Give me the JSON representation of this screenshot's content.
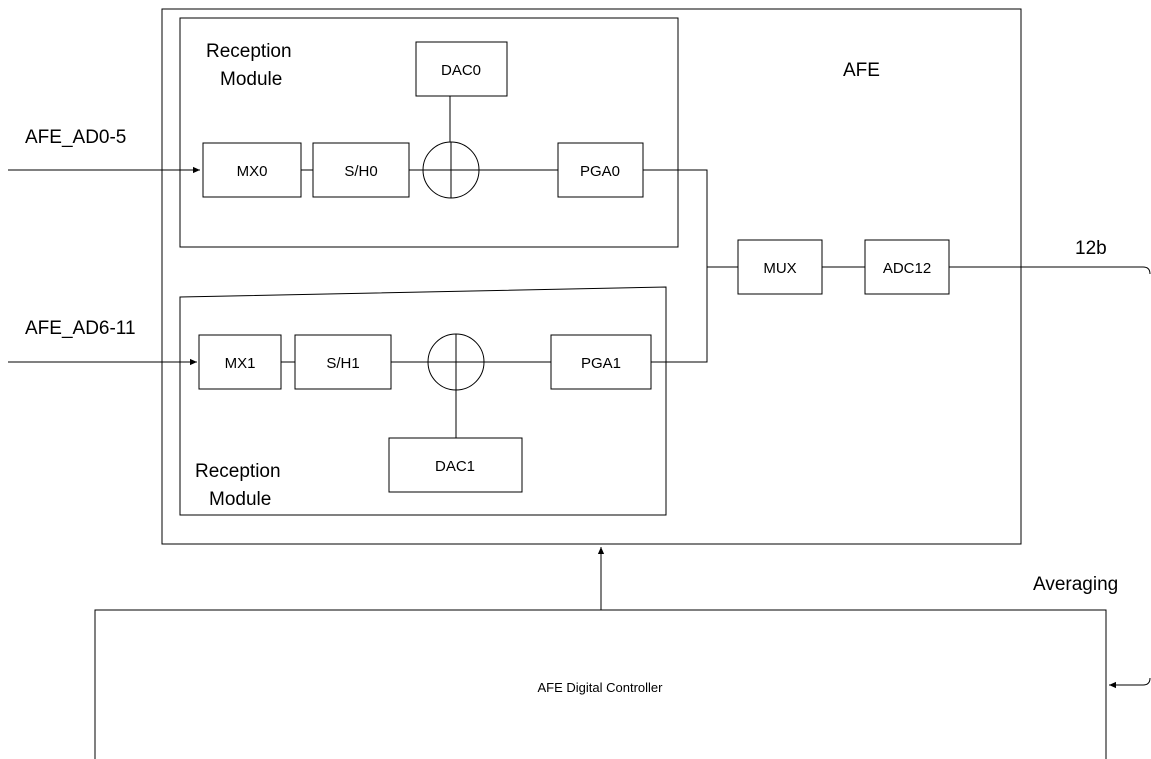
{
  "blocks": {
    "afe": "AFE",
    "reception_module_top": [
      "Reception",
      "Module"
    ],
    "reception_module_bottom": [
      "Reception",
      "Module"
    ],
    "mx0": "MX0",
    "sh0": "S/H0",
    "dac0": "DAC0",
    "pga0": "PGA0",
    "mx1": "MX1",
    "sh1": "S/H1",
    "dac1": "DAC1",
    "pga1": "PGA1",
    "mux": "MUX",
    "adc12": "ADC12",
    "digital_controller": "AFE Digital Controller"
  },
  "signals": {
    "input_top": "AFE_AD0-5",
    "input_bottom": "AFE_AD6-11",
    "output": "12b",
    "averaging": "Averaging"
  }
}
